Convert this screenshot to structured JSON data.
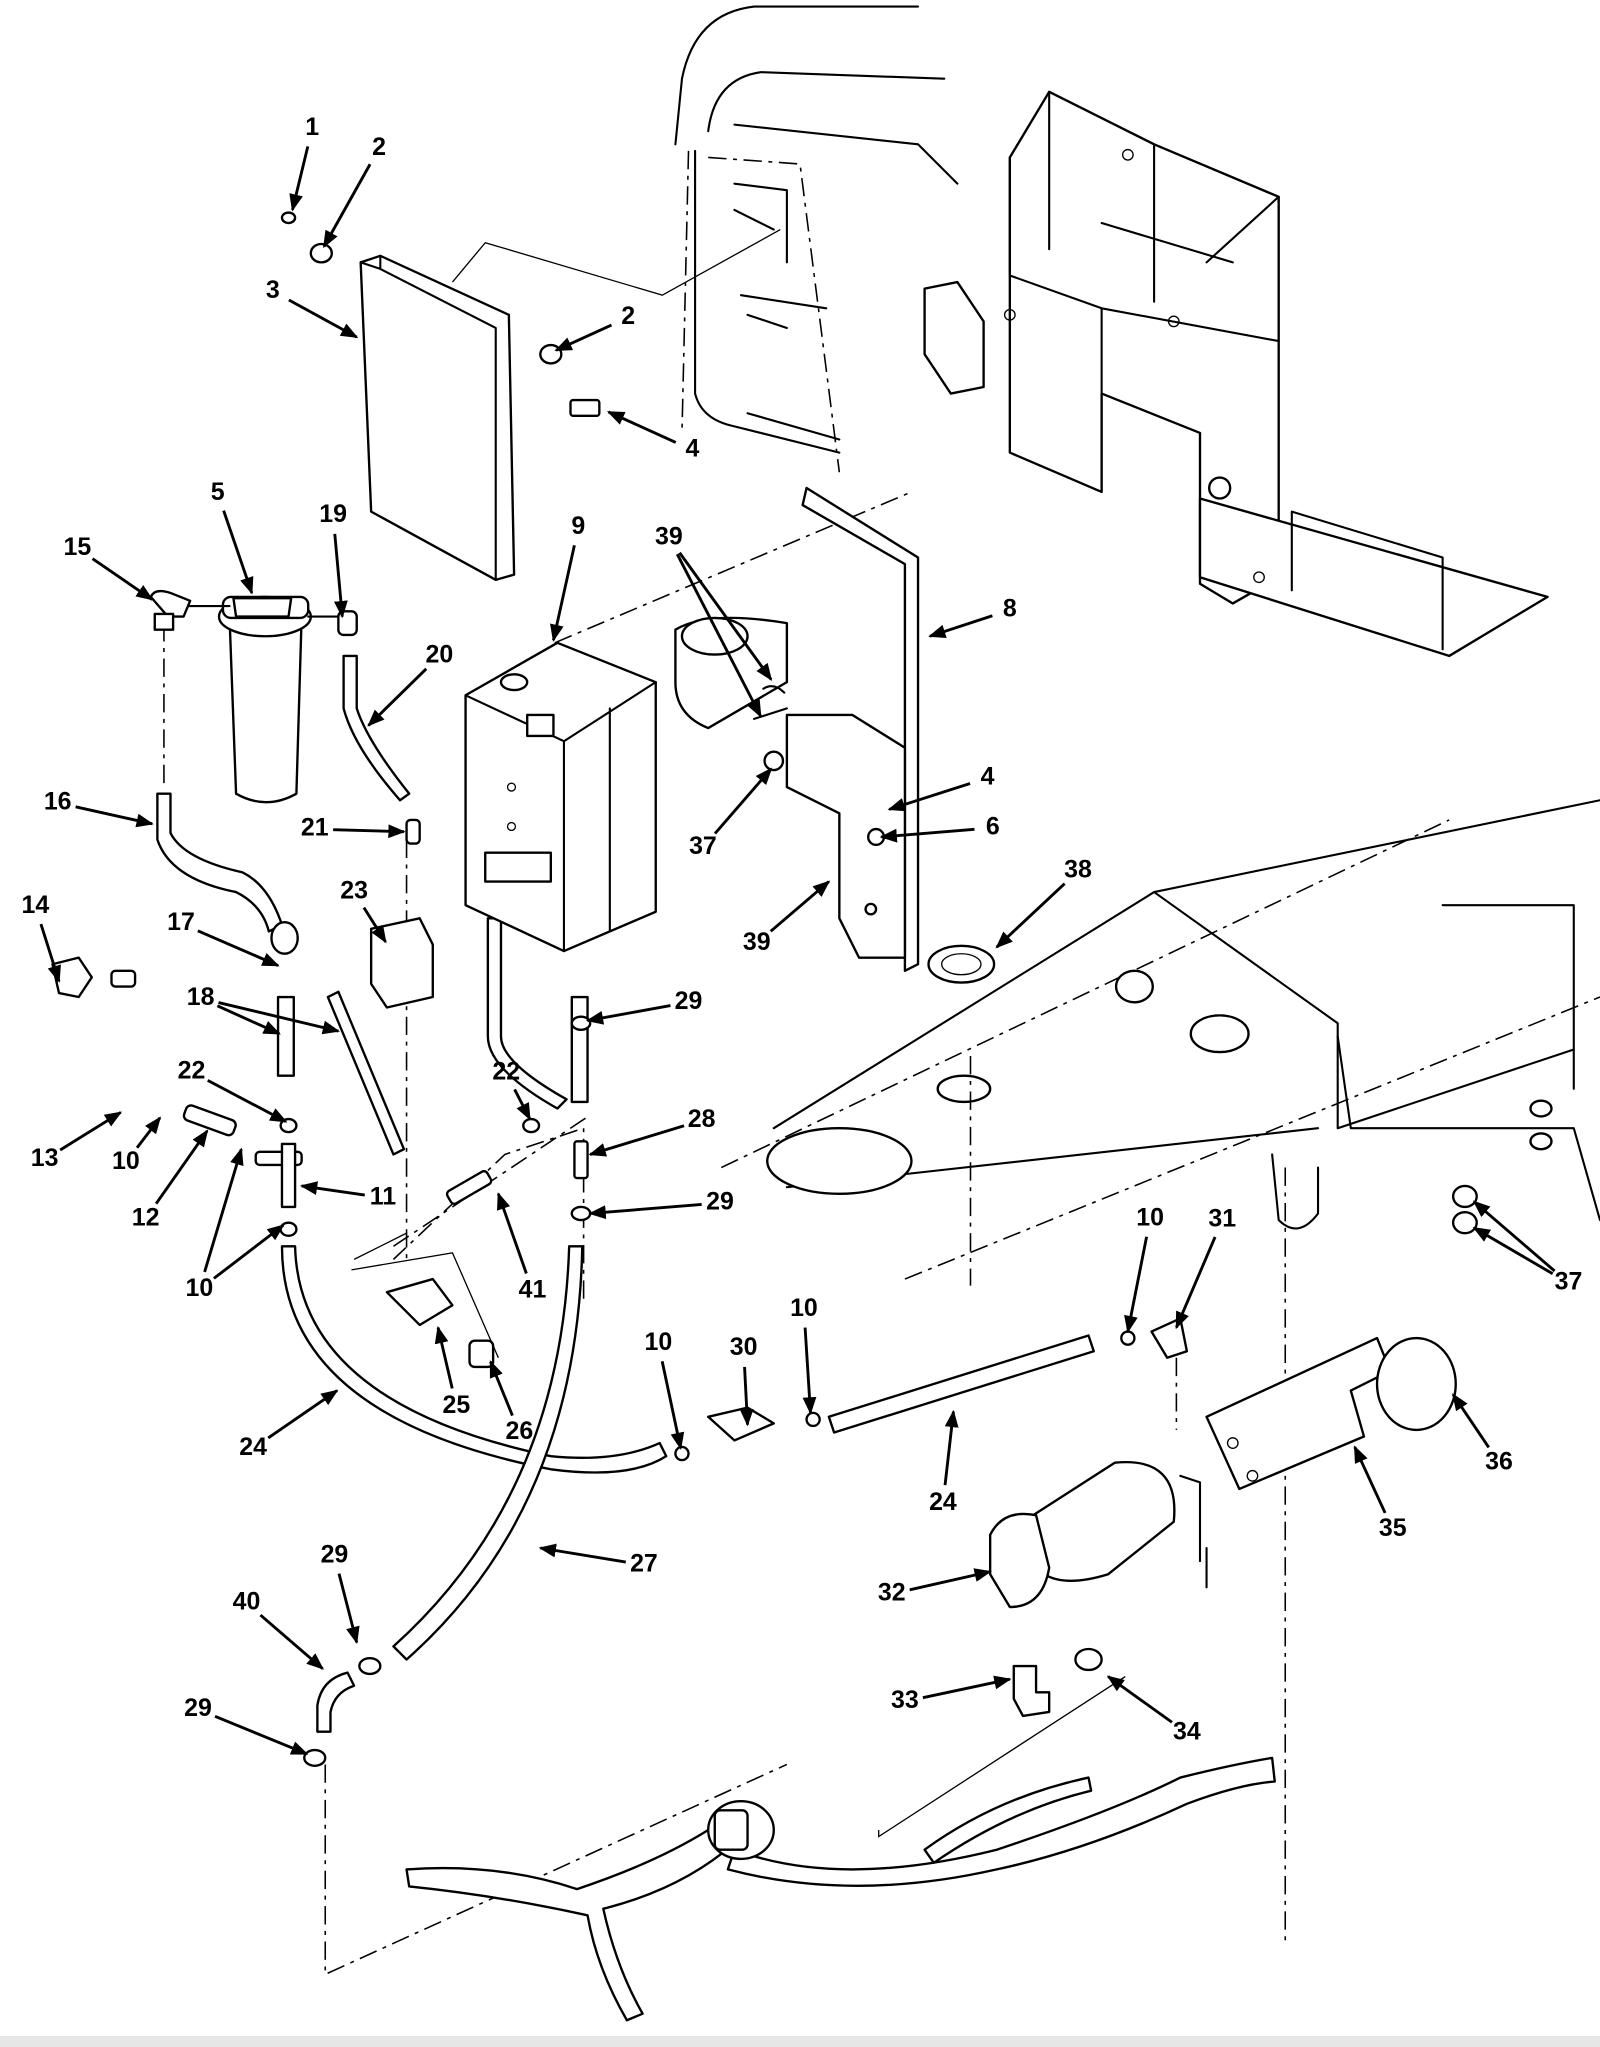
{
  "diagram": {
    "type": "exploded parts diagram",
    "callouts": [
      {
        "text": "1"
      },
      {
        "text": "2"
      },
      {
        "text": "3"
      },
      {
        "text": "2"
      },
      {
        "text": "4"
      },
      {
        "text": "5"
      },
      {
        "text": "19"
      },
      {
        "text": "15"
      },
      {
        "text": "9"
      },
      {
        "text": "39"
      },
      {
        "text": "8"
      },
      {
        "text": "20"
      },
      {
        "text": "16"
      },
      {
        "text": "21"
      },
      {
        "text": "4"
      },
      {
        "text": "37"
      },
      {
        "text": "6"
      },
      {
        "text": "38"
      },
      {
        "text": "39"
      },
      {
        "text": "23"
      },
      {
        "text": "14"
      },
      {
        "text": "17"
      },
      {
        "text": "18"
      },
      {
        "text": "29"
      },
      {
        "text": "22"
      },
      {
        "text": "22"
      },
      {
        "text": "28"
      },
      {
        "text": "13"
      },
      {
        "text": "10"
      },
      {
        "text": "12"
      },
      {
        "text": "11"
      },
      {
        "text": "29"
      },
      {
        "text": "10"
      },
      {
        "text": "41"
      },
      {
        "text": "10"
      },
      {
        "text": "31"
      },
      {
        "text": "25"
      },
      {
        "text": "26"
      },
      {
        "text": "24"
      },
      {
        "text": "30"
      },
      {
        "text": "10"
      },
      {
        "text": "10"
      },
      {
        "text": "24"
      },
      {
        "text": "36"
      },
      {
        "text": "35"
      },
      {
        "text": "37"
      },
      {
        "text": "27"
      },
      {
        "text": "29"
      },
      {
        "text": "40"
      },
      {
        "text": "32"
      },
      {
        "text": "29"
      },
      {
        "text": "33"
      },
      {
        "text": "34"
      }
    ]
  }
}
